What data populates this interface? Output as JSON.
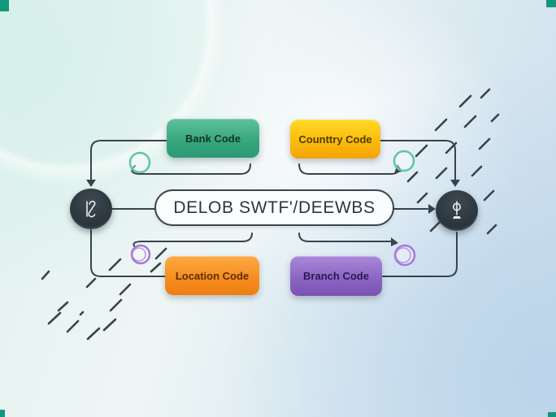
{
  "center_pill": {
    "label": "DELOB SWTF'/DEEWBS"
  },
  "boxes": {
    "bank": {
      "label": "Bank Code",
      "color": "#37a77e"
    },
    "country": {
      "label": "Counttry Code",
      "color": "#fbbc0c"
    },
    "location": {
      "label": "Location Code",
      "color": "#f68c1e"
    },
    "branch": {
      "label": "Branch Code",
      "color": "#8a63c2"
    }
  },
  "terminals": {
    "left": {
      "icon": "z-scroll-icon"
    },
    "right": {
      "icon": "phi-stand-icon"
    }
  },
  "colors": {
    "connector": "#3a424a",
    "terminal_fill": "#2f3940",
    "ring_green": "#5cc7a2",
    "ring_purple": "#a678d8",
    "corner_marker": "#12967c",
    "pill_border": "#3d454d"
  }
}
